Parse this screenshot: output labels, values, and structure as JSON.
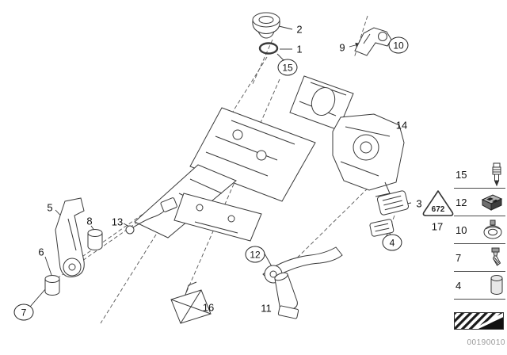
{
  "callouts": [
    {
      "num": "1",
      "circled": false
    },
    {
      "num": "2",
      "circled": false
    },
    {
      "num": "3",
      "circled": false
    },
    {
      "num": "4",
      "circled": true
    },
    {
      "num": "5",
      "circled": false
    },
    {
      "num": "6",
      "circled": false
    },
    {
      "num": "7",
      "circled": true
    },
    {
      "num": "8",
      "circled": false
    },
    {
      "num": "9",
      "circled": false
    },
    {
      "num": "10",
      "circled": true
    },
    {
      "num": "11",
      "circled": false
    },
    {
      "num": "12",
      "circled": true
    },
    {
      "num": "13",
      "circled": false
    },
    {
      "num": "14",
      "circled": false
    },
    {
      "num": "15",
      "circled": true
    },
    {
      "num": "16",
      "circled": false
    },
    {
      "num": "17",
      "circled": false
    }
  ],
  "warning_triangle": {
    "label": "672"
  },
  "legend": {
    "items": [
      {
        "num": "15",
        "icon": "detent-pin-icon"
      },
      {
        "num": "12",
        "icon": "switch-connector-icon"
      },
      {
        "num": "10",
        "icon": "clamp-ring-icon"
      },
      {
        "num": "7",
        "icon": "screw-icon"
      },
      {
        "num": "4",
        "icon": "sleeve-icon"
      }
    ]
  },
  "footer": {
    "doc_number": "00190010",
    "stamp_icon": "hatched-stamp-icon"
  },
  "colors": {
    "line": "#3a3a3a",
    "text": "#111111",
    "doc_number": "#999999"
  }
}
